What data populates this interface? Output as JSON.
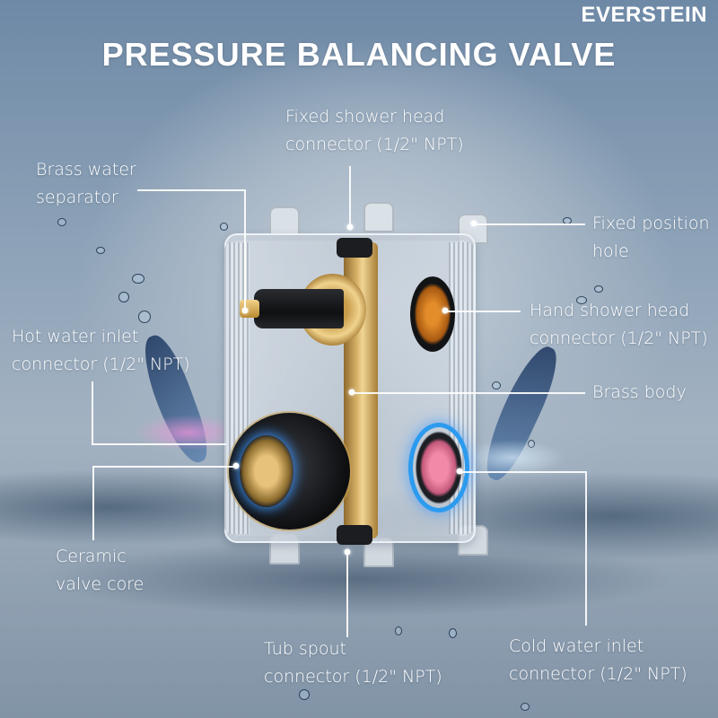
{
  "brand": {
    "name": "EVERSTEIN"
  },
  "title": "PRESSURE BALANCING VALVE",
  "colors": {
    "background_top": "#6e89a6",
    "background_center": "#c7d2dd",
    "text": "#ffffff",
    "brass": "#d9b56a",
    "cold_glow": "#2c9bef",
    "hot_glow": "#f096dc"
  },
  "callouts": {
    "fixed_shower_head": {
      "line1": "Fixed shower head",
      "line2": "connector (1/2\" NPT)"
    },
    "brass_water_separator": {
      "line1": "Brass water",
      "line2": "separator"
    },
    "fixed_position_hole": {
      "line1": "Fixed position",
      "line2": "hole"
    },
    "hand_shower_head": {
      "line1": "Hand shower head",
      "line2": "connector (1/2\" NPT)"
    },
    "hot_water_inlet": {
      "line1": "Hot water inlet",
      "line2": "connector (1/2\" NPT)"
    },
    "brass_body": {
      "line1": "Brass body"
    },
    "ceramic_valve_core": {
      "line1": "Ceramic",
      "line2": "valve core"
    },
    "tub_spout": {
      "line1": "Tub spout",
      "line2": "connector (1/2\" NPT)"
    },
    "cold_water_inlet": {
      "line1": "Cold water inlet",
      "line2": "connector (1/2\" NPT)"
    }
  }
}
